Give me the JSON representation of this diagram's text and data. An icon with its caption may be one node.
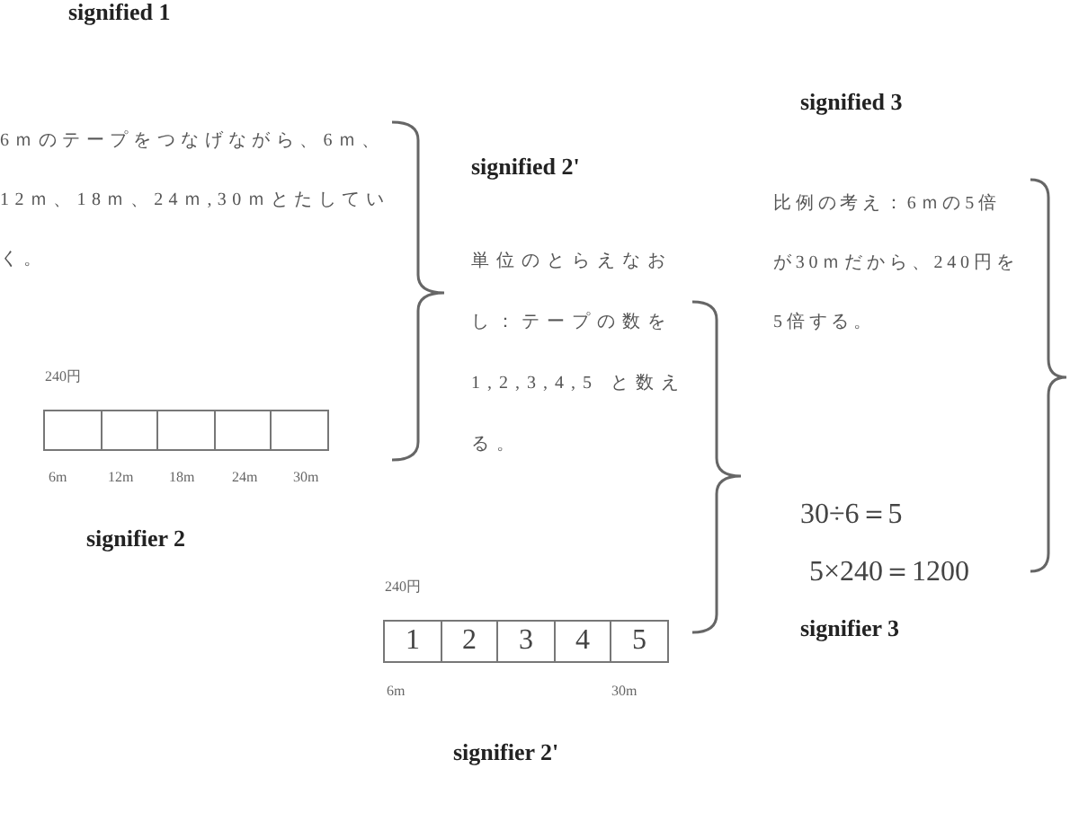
{
  "diagram": {
    "nodes": [
      {
        "text": [],
        "shape": "box"
      },
      {
        "text": [],
        "shape": "box"
      },
      {
        "text": [],
        "shape": "box"
      },
      {
        "text": [],
        "shape": "box"
      },
      {
        "text": [],
        "shape": "box"
      },
      {
        "text": [
          "1"
        ]
      },
      {
        "text": [
          "2"
        ]
      },
      {
        "text": [
          "3"
        ]
      },
      {
        "text": [
          "4"
        ]
      },
      {
        "text": [
          "5"
        ]
      }
    ],
    "labels": [
      "signified 1",
      "6ｍのテープをつなげながら、6ｍ、12ｍ、18ｍ、24ｍ,30ｍとたしていく。",
      "signified 3",
      "signified 2'",
      "比例の考え：6ｍの5倍が30ｍだから、240円を5倍する。",
      "単位のとらえなおし：テープの数を1,2,3,4,5 と数える。",
      "240円",
      "6m",
      "12m",
      "18m",
      "24m",
      "30m",
      "30÷6＝5",
      "signifier 2",
      "5×240＝1200",
      "240円",
      "signifier 3",
      "6m",
      "30m",
      "signifier 2'"
    ]
  }
}
